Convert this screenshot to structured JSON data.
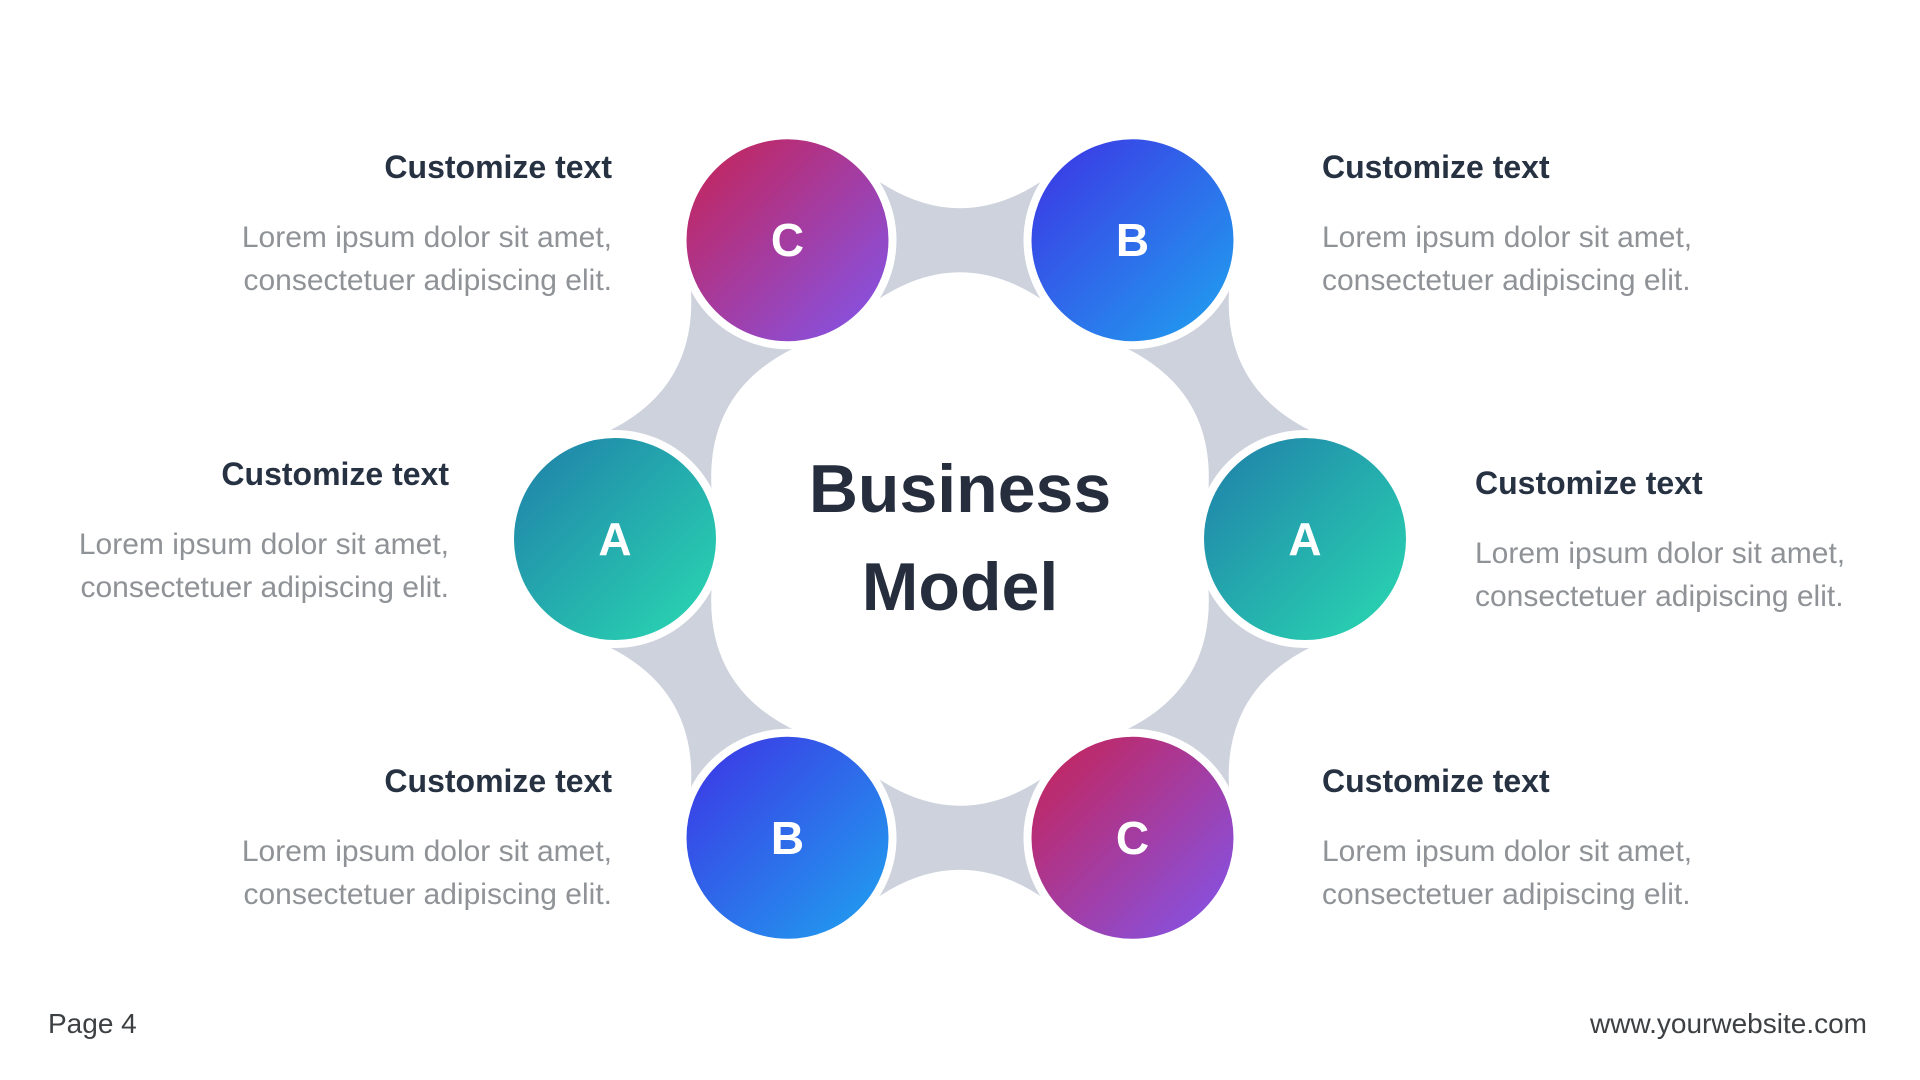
{
  "colors": {
    "connector": "#cdd2dd",
    "heading": "#263142",
    "body_text": "#8f9296",
    "title": "#262e3d",
    "footer_text": "#3d4043",
    "node_letter": "#ffffff",
    "node_ring": "#ffffff"
  },
  "gradients": {
    "teal": {
      "from": "#1f7ca9",
      "to": "#2adcb2"
    },
    "blue": {
      "from": "#3e30e4",
      "to": "#1ea6f0"
    },
    "pink": {
      "from": "#c92150",
      "to": "#7f57f1"
    }
  },
  "center": {
    "title_lines": [
      "Business",
      "Model"
    ]
  },
  "diagram": {
    "nodes": [
      {
        "id": "right",
        "label": "A",
        "gradient": "teal"
      },
      {
        "id": "bottom-right",
        "label": "C",
        "gradient": "pink"
      },
      {
        "id": "bottom-left",
        "label": "B",
        "gradient": "blue"
      },
      {
        "id": "left",
        "label": "A",
        "gradient": "teal"
      },
      {
        "id": "top-left",
        "label": "C",
        "gradient": "pink"
      },
      {
        "id": "top-right",
        "label": "B",
        "gradient": "blue"
      }
    ]
  },
  "text_blocks": [
    {
      "id": "top-left",
      "heading": "Customize text",
      "body_lines": [
        "Lorem ipsum dolor sit amet,",
        "consectetuer adipiscing elit."
      ]
    },
    {
      "id": "top-right",
      "heading": "Customize text",
      "body_lines": [
        "Lorem ipsum dolor sit amet,",
        "consectetuer adipiscing elit."
      ]
    },
    {
      "id": "mid-left",
      "heading": "Customize text",
      "body_lines": [
        "Lorem ipsum dolor sit amet,",
        "consectetuer adipiscing elit."
      ]
    },
    {
      "id": "mid-right",
      "heading": "Customize text",
      "body_lines": [
        "Lorem ipsum dolor sit amet,",
        "consectetuer adipiscing elit."
      ]
    },
    {
      "id": "bottom-left",
      "heading": "Customize text",
      "body_lines": [
        "Lorem ipsum dolor sit amet,",
        "consectetuer adipiscing elit."
      ]
    },
    {
      "id": "bottom-right",
      "heading": "Customize text",
      "body_lines": [
        "Lorem ipsum dolor sit amet,",
        "consectetuer adipiscing elit."
      ]
    }
  ],
  "footer": {
    "page_label": "Page 4",
    "website": "www.yourwebsite.com"
  }
}
